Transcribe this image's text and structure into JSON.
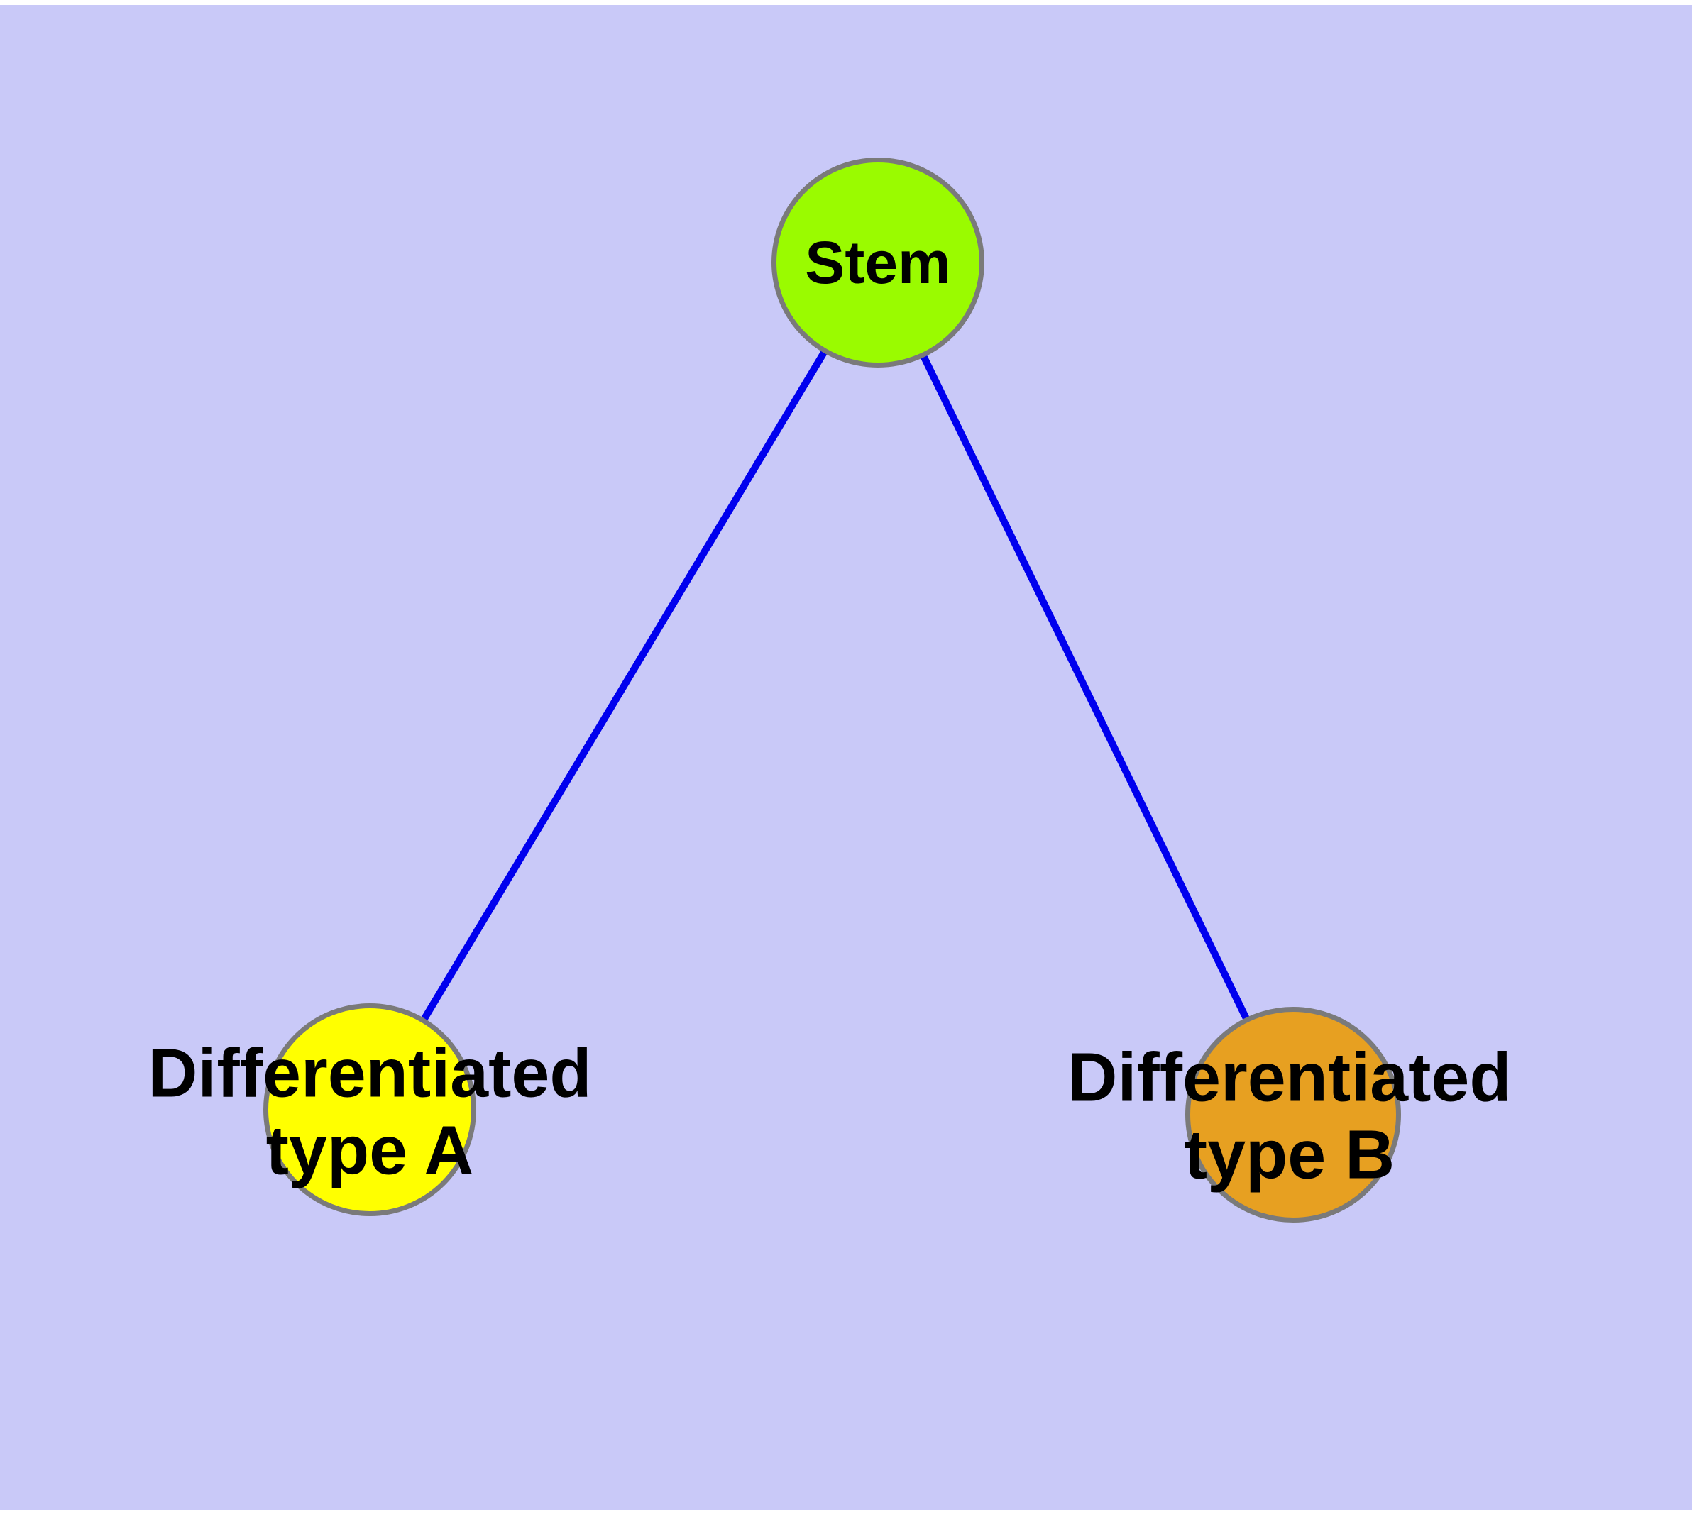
{
  "diagram": {
    "type": "graph",
    "nodes": [
      {
        "id": "stem",
        "label": "Stem",
        "fill": "#9AFB00"
      },
      {
        "id": "type-a",
        "label_line1": "Differentiated",
        "label_line2": "type A",
        "fill": "#FFFF00"
      },
      {
        "id": "type-b",
        "label_line1": "Differentiated",
        "label_line2": "type B",
        "fill": "#E7A021"
      }
    ],
    "edges": [
      {
        "from": "stem",
        "to": "type-a"
      },
      {
        "from": "stem",
        "to": "type-b"
      }
    ],
    "colors": {
      "background": "#C9C9F8",
      "page_margin": "#FFFFFF",
      "edge": "#0000EE",
      "node_border": "#7A7A7A",
      "label_text": "#000000"
    }
  }
}
